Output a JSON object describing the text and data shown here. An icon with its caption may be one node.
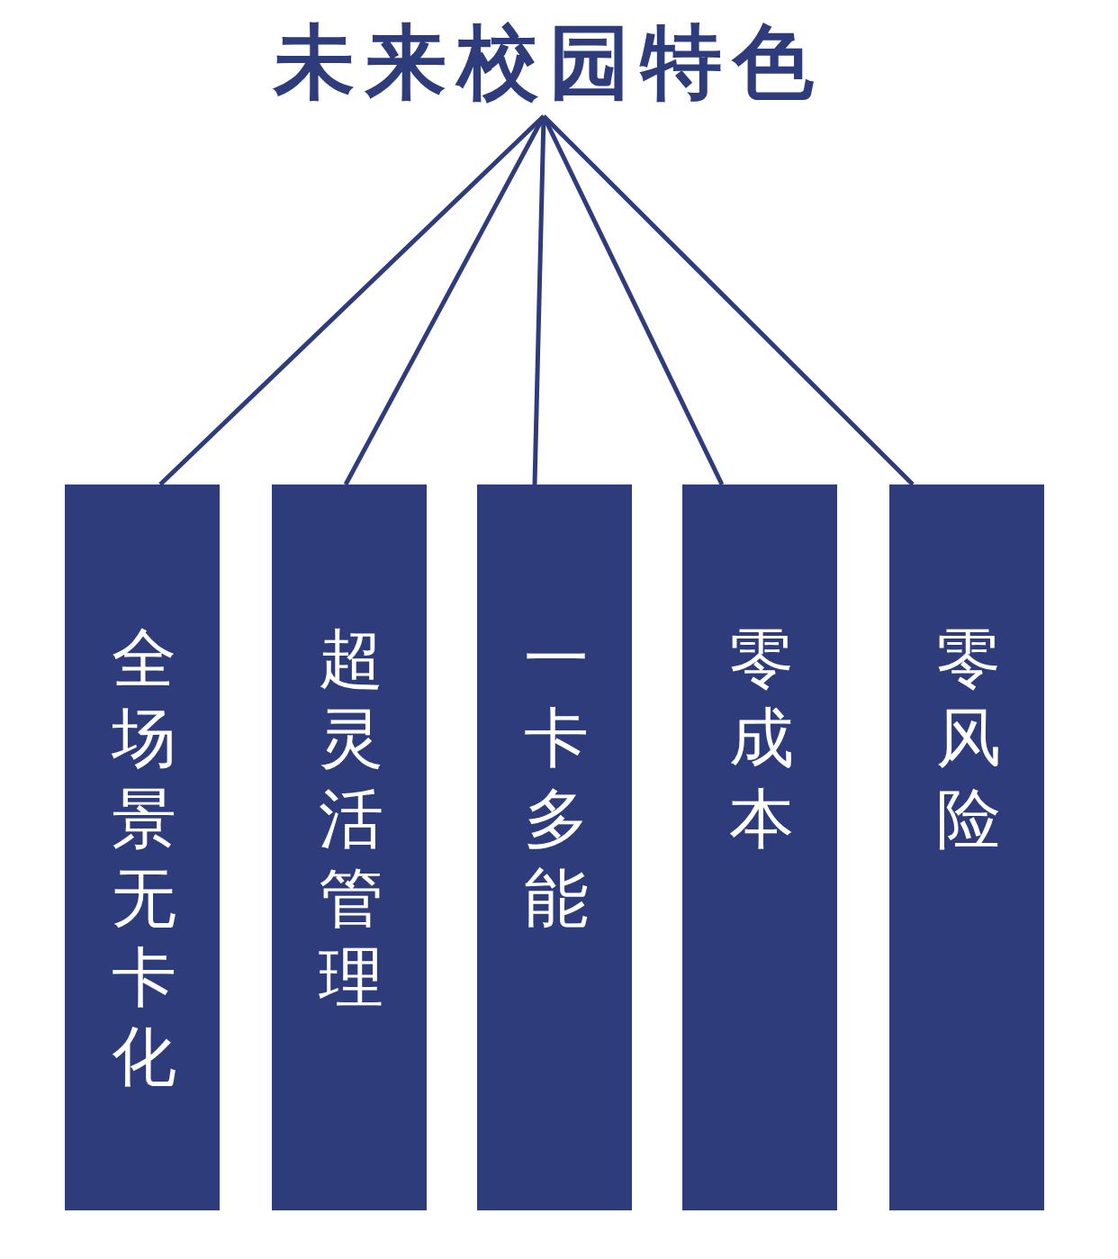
{
  "diagram": {
    "nodes": [
      {
        "text": [
          "未来校园特色"
        ]
      },
      {
        "text": [
          "全场景无卡化"
        ]
      },
      {
        "text": [
          "超灵活管理"
        ]
      },
      {
        "text": [
          "一卡多能"
        ]
      },
      {
        "text": [
          "零成本"
        ]
      },
      {
        "text": [
          "零风险"
        ]
      }
    ],
    "edges": [
      {
        "from": 0,
        "to": 1,
        "arrow": "none"
      },
      {
        "from": 0,
        "to": 2,
        "arrow": "none"
      },
      {
        "from": 0,
        "to": 3,
        "arrow": "none"
      },
      {
        "from": 0,
        "to": 4,
        "arrow": "none"
      },
      {
        "from": 0,
        "to": 5,
        "arrow": "none"
      }
    ]
  }
}
